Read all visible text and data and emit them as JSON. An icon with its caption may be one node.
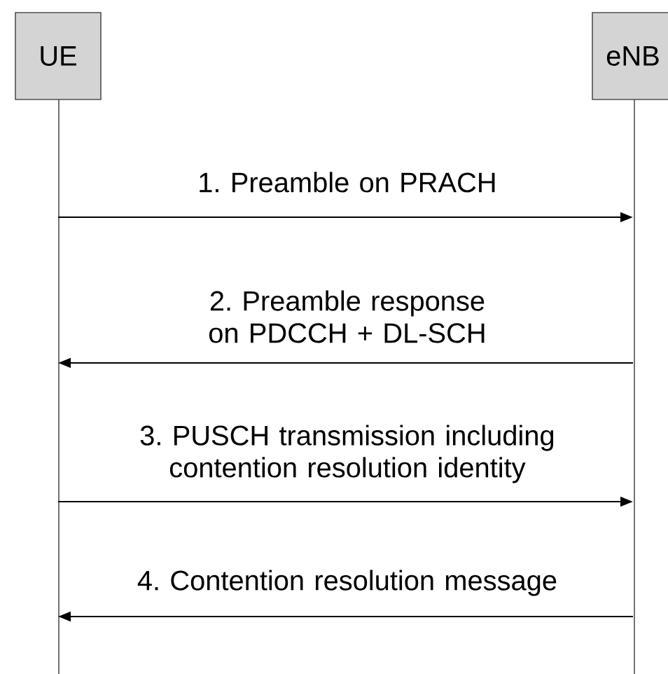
{
  "diagram": {
    "nodes": [
      {
        "text": [
          "UE"
        ]
      },
      {
        "text": [
          "eNB"
        ]
      }
    ],
    "edges": [
      {
        "from": 0,
        "to": 1,
        "arrow": "to",
        "label": "1. Preamble on PRACH"
      },
      {
        "from": 1,
        "to": 0,
        "arrow": "to",
        "label": "2. Preamble response on PDCCH + DL-SCH"
      },
      {
        "from": 0,
        "to": 1,
        "arrow": "to",
        "label": "3. PUSCH transmission including contention resolution identity"
      },
      {
        "from": 1,
        "to": 0,
        "arrow": "to",
        "label": "4. Contention resolution message"
      }
    ]
  }
}
